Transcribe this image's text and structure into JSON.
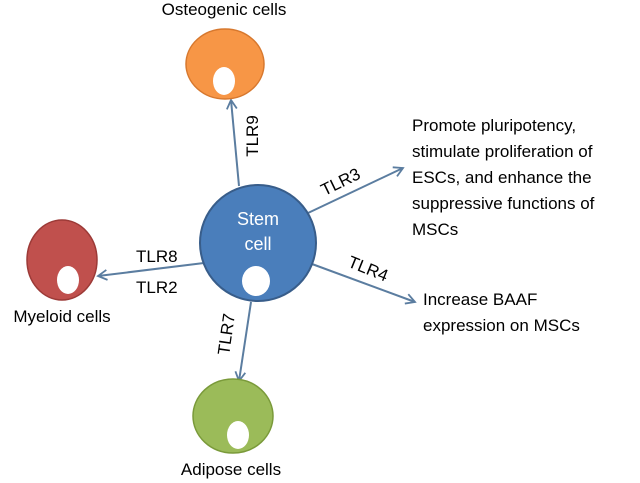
{
  "stem_cell": {
    "label_line1": "Stem",
    "label_line2": "cell",
    "color": "#4A7EBB"
  },
  "cells": {
    "osteogenic": {
      "label": "Osteogenic cells",
      "color": "#F79646"
    },
    "myeloid": {
      "label": "Myeloid cells",
      "color": "#C0504D"
    },
    "adipose": {
      "label": "Adipose cells",
      "color": "#9BBB59"
    }
  },
  "receptors": {
    "tlr9": "TLR9",
    "tlr3": "TLR3",
    "tlr8": "TLR8",
    "tlr2": "TLR2",
    "tlr4": "TLR4",
    "tlr7": "TLR7"
  },
  "outcomes": {
    "tlr3_effect": [
      "Promote pluripotency,",
      "stimulate proliferation of",
      "ESCs, and enhance the",
      "suppressive functions of",
      "MSCs"
    ],
    "tlr4_effect": [
      "Increase BAAF",
      "expression on MSCs"
    ]
  },
  "colors": {
    "arrow": "#5B7DA0",
    "outline": "#385D8A",
    "nucleus": "#ffffff"
  }
}
